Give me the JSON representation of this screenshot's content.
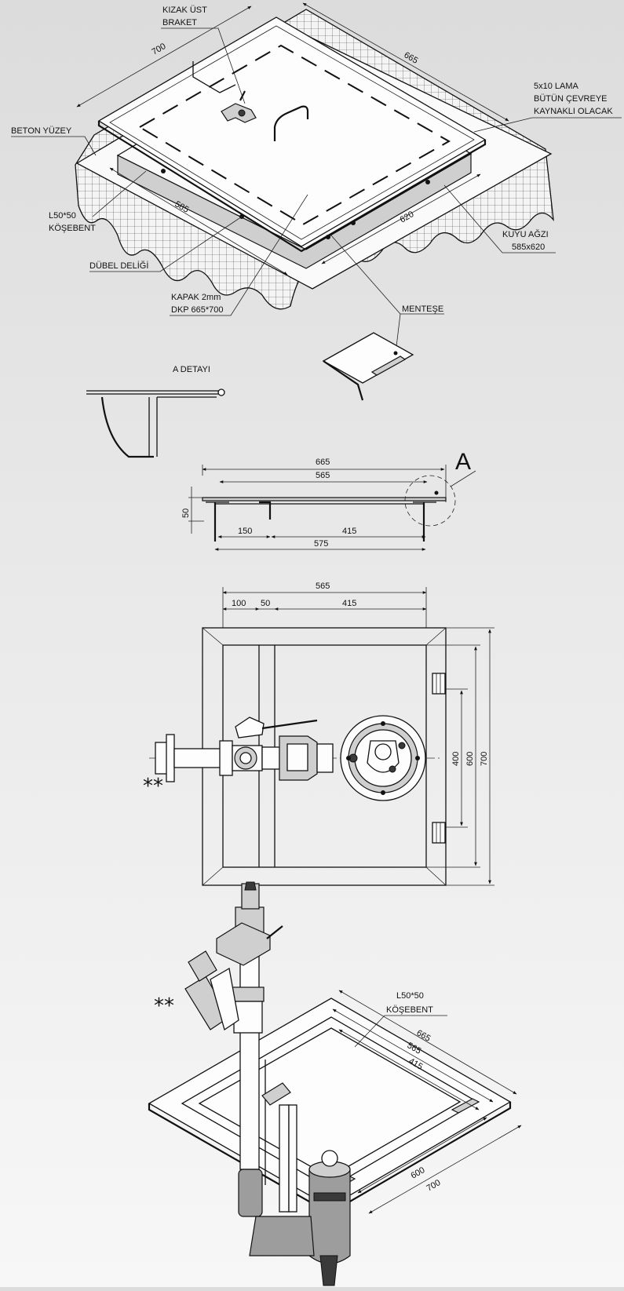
{
  "iso_top": {
    "labels": {
      "kizak_1": "KIZAK ÜST",
      "kizak_2": "BRAKET",
      "lama_1": "5x10 LAMA",
      "lama_2": "BÜTÜN ÇEVREYE",
      "lama_3": "KAYNAKLI OLACAK",
      "beton": "BETON YÜZEY",
      "kosebent_1": "L50*50",
      "kosebent_2": "KÖŞEBENT",
      "dubel": "DÜBEL DELİĞİ",
      "kuyu_1": "KUYU AĞZI",
      "kuyu_2": "585x620",
      "kapak_1": "KAPAK 2mm",
      "kapak_2": "DKP 665*700",
      "mentese": "MENTEŞE"
    },
    "dims": {
      "d700": "700",
      "d665": "665",
      "d585": "585",
      "d620": "620"
    }
  },
  "detail_a": {
    "title": "A DETAYI"
  },
  "section": {
    "marker": "A",
    "dims": {
      "w665": "665",
      "w565": "565",
      "h50": "50",
      "d150": "150",
      "d415": "415",
      "d575": "575"
    }
  },
  "plan": {
    "stars": "**",
    "dims": {
      "w565": "565",
      "d100": "100",
      "d50": "50",
      "d415": "415",
      "v400": "400",
      "v600": "600",
      "v700": "700"
    }
  },
  "iso_frame": {
    "stars": "**",
    "labels": {
      "kosebent_1": "L50*50",
      "kosebent_2": "KÖŞEBENT"
    },
    "dims": {
      "d665": "665",
      "d565": "565",
      "d415": "415",
      "d600": "600",
      "d700": "700"
    }
  }
}
